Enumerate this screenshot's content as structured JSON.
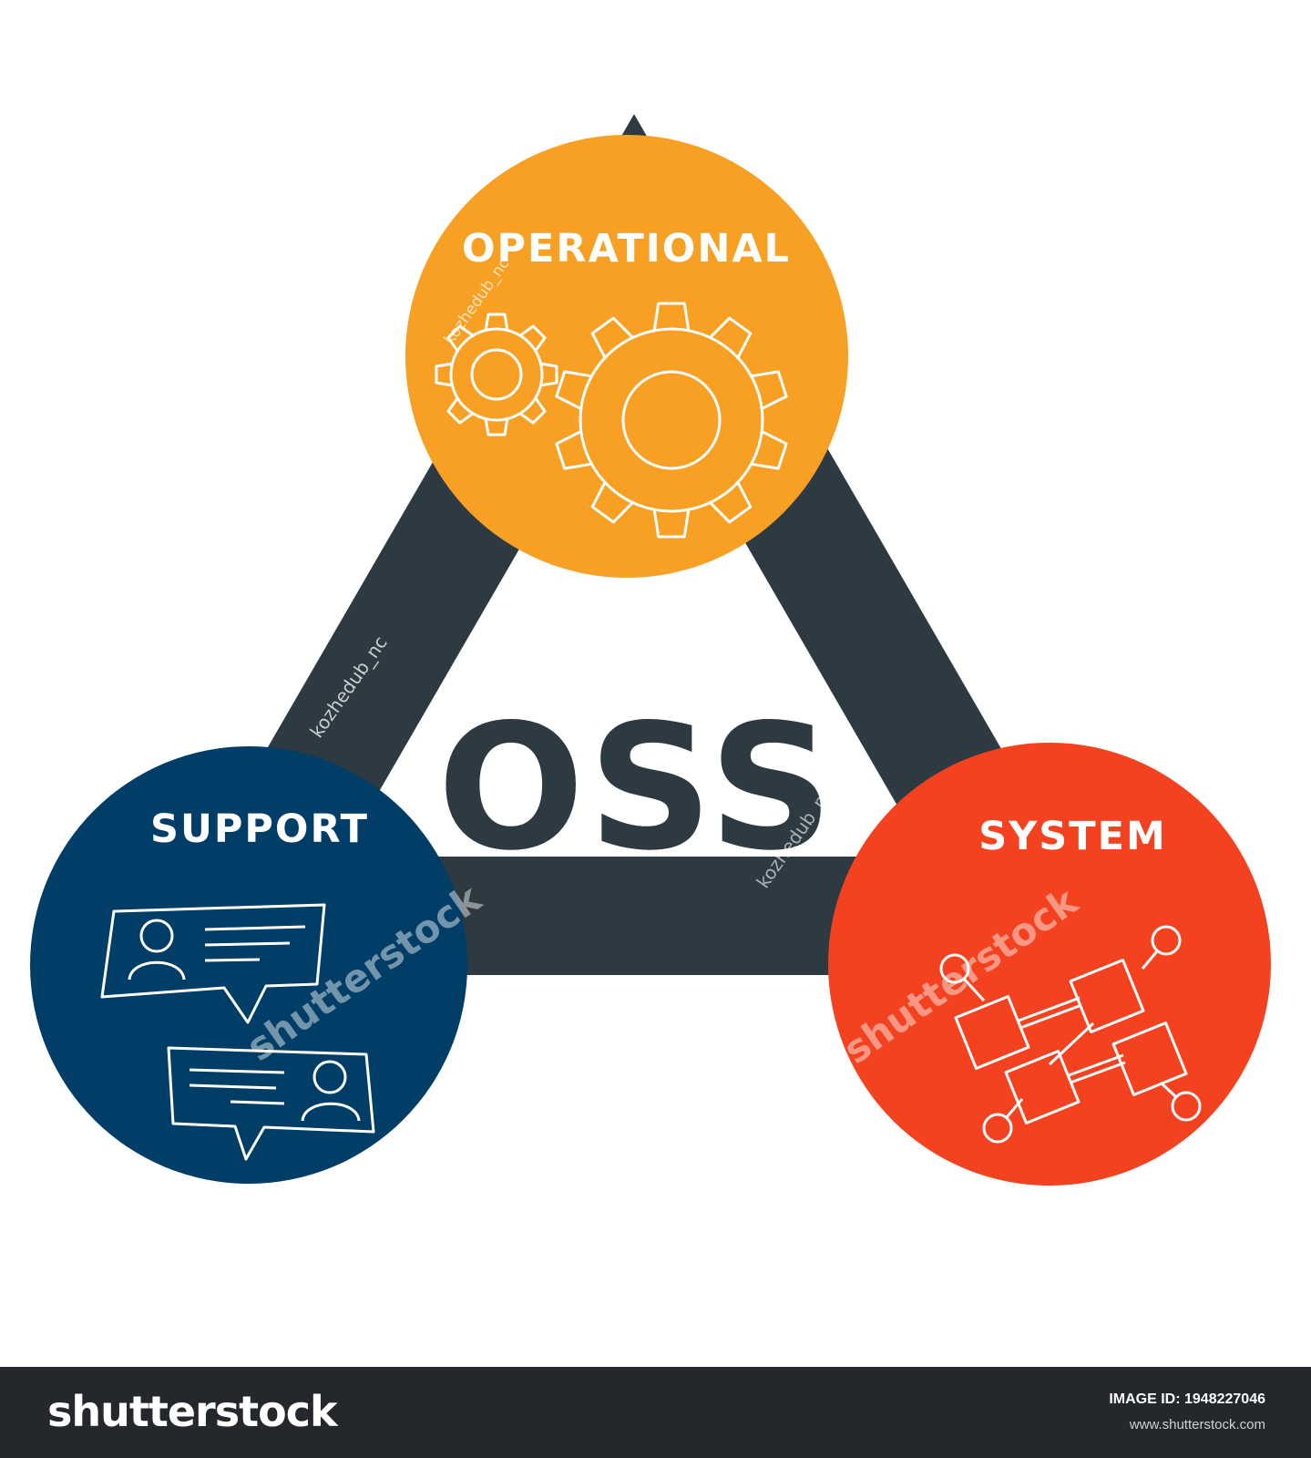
{
  "diagram": {
    "acronym": "OSS",
    "nodes": [
      {
        "key": "operational",
        "label": "OPERATIONAL",
        "color": "#f7a023",
        "icon": "gears-icon"
      },
      {
        "key": "support",
        "label": "SUPPORT",
        "color": "#003e67",
        "icon": "chat-bubbles-icon"
      },
      {
        "key": "system",
        "label": "SYSTEM",
        "color": "#f4411f",
        "icon": "flowchart-icon"
      }
    ],
    "connector_color": "#2e3a41"
  },
  "watermarks": {
    "author": "kozhedub_nc",
    "brand": "shutterstock"
  },
  "footer": {
    "logo": "shutterstock",
    "image_id": "IMAGE ID: 1948227046",
    "url": "www.shutterstock.com",
    "background": "#24272b"
  }
}
